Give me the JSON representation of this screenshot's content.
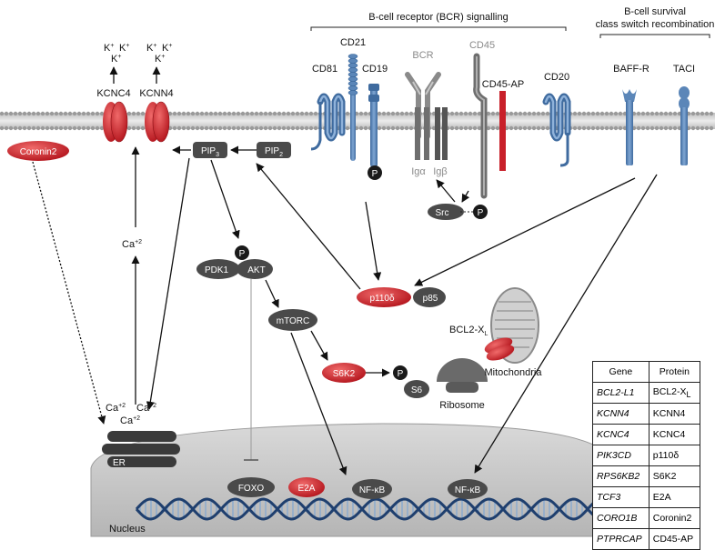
{
  "headers": {
    "bcr": "B-cell receptor (BCR) signalling",
    "survival_line1": "B-cell survival",
    "survival_line2": "class switch recombination"
  },
  "membrane_proteins": {
    "cd81": "CD81",
    "cd21": "CD21",
    "cd19": "CD19",
    "bcr": "BCR",
    "cd45": "CD45",
    "cd45ap": "CD45-AP",
    "cd20": "CD20",
    "baffr": "BAFF-R",
    "taci": "TACI",
    "kcnc4": "KCNC4",
    "kcnn4": "KCNN4",
    "ig_alpha": "Igα",
    "ig_beta": "Igβ"
  },
  "ions": {
    "k_plus": "K",
    "plus": "+",
    "ca": "Ca",
    "ca_charge": "+2"
  },
  "molecules": {
    "coronin2": "Coronin2",
    "pip": "PIP",
    "pip3_sub": "3",
    "pip2_sub": "2",
    "p": "P",
    "src": "Src",
    "pdk1": "PDK1",
    "akt": "AKT",
    "mtorc": "mTORC",
    "p110d": "p110δ",
    "p85": "p85",
    "s6k2": "S6K2",
    "s6": "S6",
    "bcl2_main": "BCL2-X",
    "bcl2_sub": "L",
    "foxo": "FOXO",
    "e2a": "E2A",
    "nfkb": "NF-κB"
  },
  "organelles": {
    "mitochondria": "Mitochondria",
    "ribosome": "Ribosome",
    "er": "ER",
    "nucleus": "Nucleus"
  },
  "gene_table": {
    "headers": [
      "Gene",
      "Protein"
    ],
    "rows": [
      {
        "gene": "BCL2-L1",
        "protein": "BCL2-X",
        "protein_sub": "L"
      },
      {
        "gene": "KCNN4",
        "protein": "KCNN4",
        "protein_sub": ""
      },
      {
        "gene": "KCNC4",
        "protein": "KCNC4",
        "protein_sub": ""
      },
      {
        "gene": "PIK3CD",
        "protein": "p110δ",
        "protein_sub": ""
      },
      {
        "gene": "RPS6KB2",
        "protein": "S6K2",
        "protein_sub": ""
      },
      {
        "gene": "TCF3",
        "protein": "E2A",
        "protein_sub": ""
      },
      {
        "gene": "CORO1B",
        "protein": "Coronin2",
        "protein_sub": ""
      },
      {
        "gene": "PTPRCAP",
        "protein": "CD45-AP",
        "protein_sub": ""
      }
    ]
  },
  "colors": {
    "red": "#c8202a",
    "blue": "#5b86b8",
    "dark_grey": "#4a4a4a",
    "light_grey": "#9a9a9a",
    "membrane": "#d6d6d6",
    "nucleus": "#c4c4c4"
  }
}
